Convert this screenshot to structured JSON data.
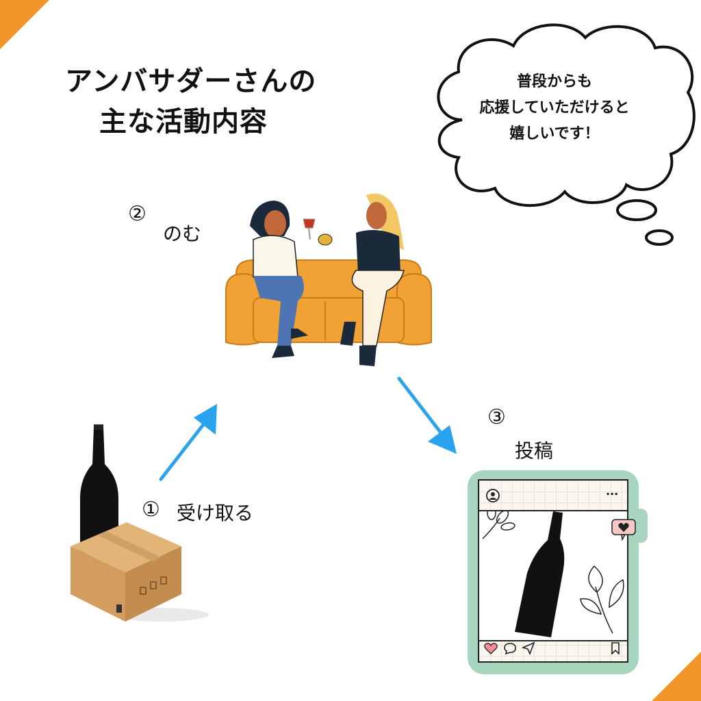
{
  "title": {
    "line1": "アンバサダーさんの",
    "line2": "主な活動内容"
  },
  "bubble": {
    "line1": "普段からも",
    "line2": "応援していただけると",
    "line3": "嬉しいです！"
  },
  "steps": [
    {
      "number": "①",
      "label": "受け取る"
    },
    {
      "number": "②",
      "label": "のむ"
    },
    {
      "number": "③",
      "label": "投稿"
    }
  ],
  "post": {
    "menu": "...",
    "icons": [
      "profile-icon",
      "heart-icon",
      "comment-icon",
      "share-icon",
      "bookmark-icon"
    ]
  },
  "colors": {
    "corner": "#f0952a",
    "arrow": "#29a3ee",
    "sofa": "#f0a234",
    "frame": "#a8d5bd",
    "badge": "#f6c9c6"
  }
}
